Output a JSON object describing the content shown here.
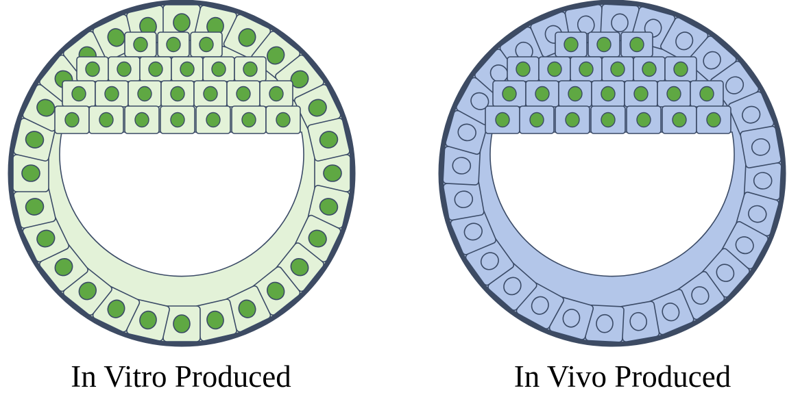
{
  "panels": [
    {
      "caption": "In Vitro Produced",
      "cell_fill": "#e3f2d8",
      "trophectoderm_nucleus": "filled-green",
      "icm_nucleus": "filled-green"
    },
    {
      "caption": "In Vivo Produced",
      "cell_fill": "#b3c6e9",
      "trophectoderm_nucleus": "hollow",
      "icm_nucleus": "filled-green"
    }
  ],
  "colors": {
    "outline": "#3a4a66",
    "zona": "#3d4b63",
    "nucleus_green": "#5fa843",
    "nucleus_hollow": "#b3c6e9"
  }
}
